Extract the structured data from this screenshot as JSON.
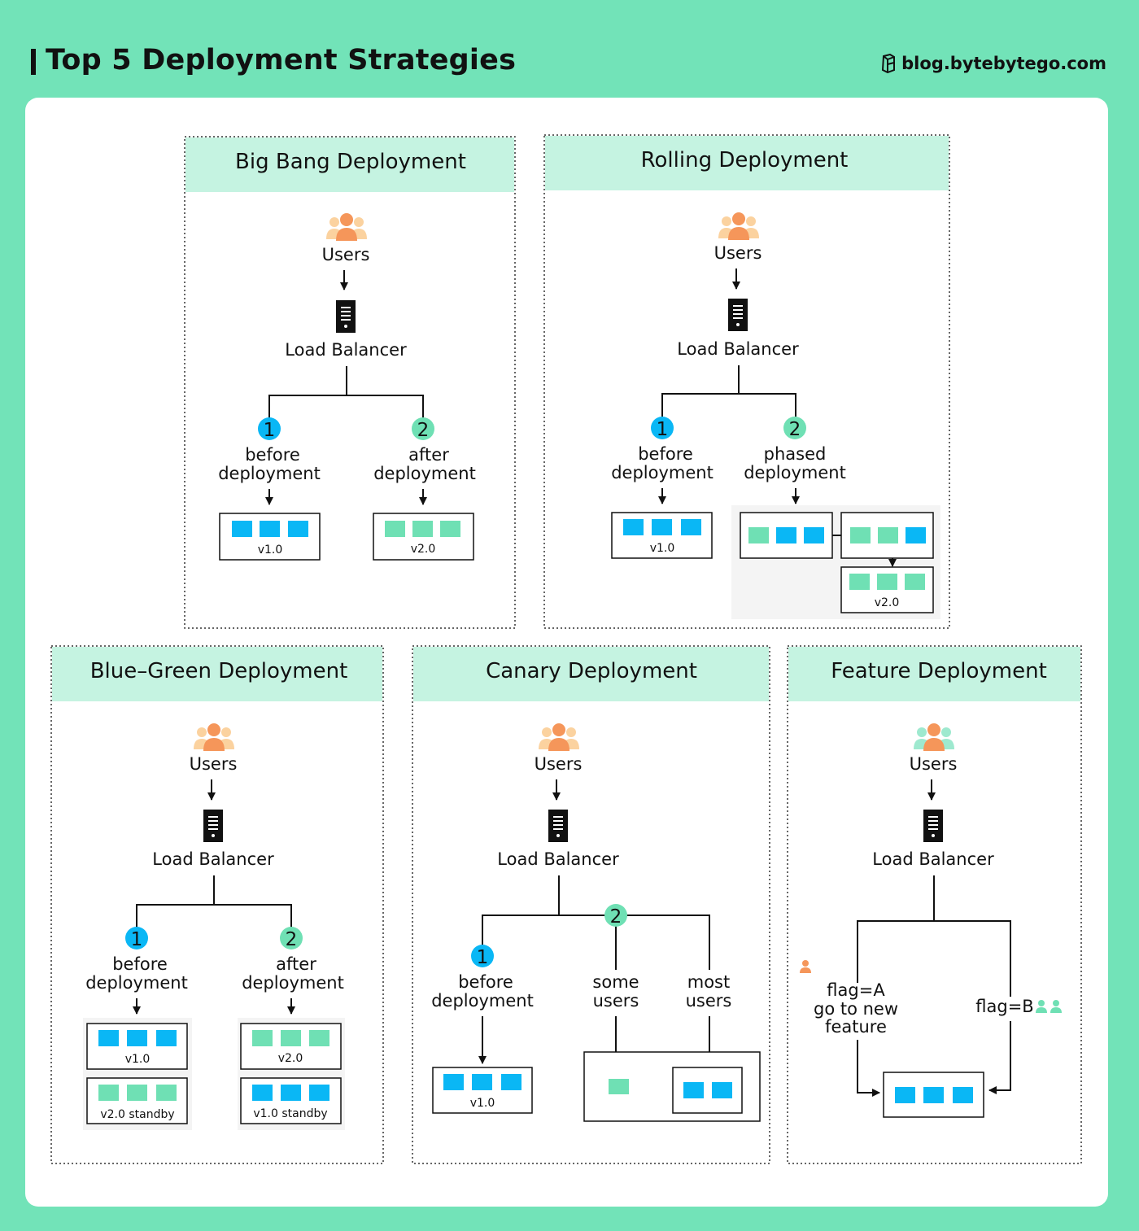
{
  "header": {
    "title": "Top 5 Deployment Strategies",
    "brand": "blog.bytebytego.com",
    "brand_icon": "bytebytego-logo-icon"
  },
  "colors": {
    "background": "#72e3b8",
    "panel_header": "#c5f3e1",
    "v1": "#0ab7f5",
    "v2": "#6fe0b4",
    "user_orange": "#f5965a"
  },
  "common": {
    "users": "Users",
    "load_balancer": "Load Balancer",
    "before": "before",
    "deployment": "deployment",
    "after": "after",
    "v1": "v1.0",
    "v2": "v2.0"
  },
  "panels": {
    "big_bang": {
      "title": "Big Bang Deployment"
    },
    "rolling": {
      "title": "Rolling Deployment",
      "phased": "phased"
    },
    "blue_green": {
      "title": "Blue–Green Deployment",
      "v2_standby": "v2.0 standby",
      "v1_standby": "v1.0 standby"
    },
    "canary": {
      "title": "Canary Deployment",
      "some": "some",
      "most": "most",
      "users_word": "users"
    },
    "feature": {
      "title": "Feature Deployment",
      "flag_a": "flag=A",
      "go_to_new": "go to new",
      "feature_word": "feature",
      "flag_b": "flag=B"
    }
  },
  "badges": {
    "one": "1",
    "two": "2"
  }
}
